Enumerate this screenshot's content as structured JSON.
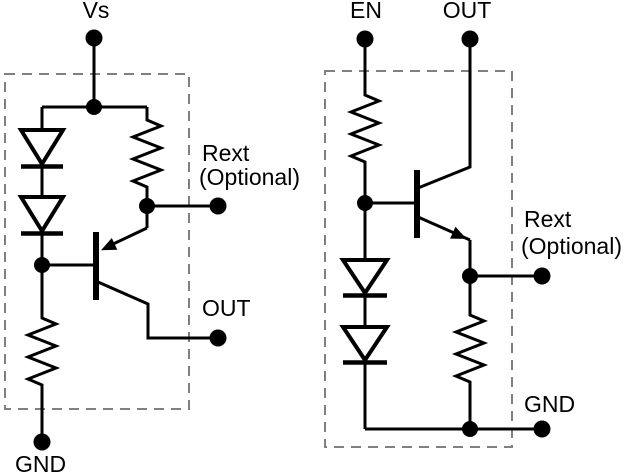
{
  "colors": {
    "wire": "#000000",
    "boundary": "#808080",
    "text": "#000000",
    "background": "#ffffff"
  },
  "left_circuit": {
    "description": "Vs-referenced PNP output driver with two series diodes, internal bias resistor, optional external resistor tap, open output and ground pulldown resistor",
    "transistor_type": "pnp",
    "components": [
      "diode",
      "diode",
      "resistor",
      "resistor",
      "pnp-transistor"
    ],
    "terminals": {
      "vs": "Vs",
      "gnd": "GND",
      "out": "OUT",
      "rext_line1": "Rext",
      "rext_line2": "(Optional)"
    }
  },
  "right_circuit": {
    "description": "EN-driven NPN follower with series base resistor, two clamp diodes to ground, collector to OUT, emitter resistor to ground with optional external resistor tap",
    "transistor_type": "npn",
    "components": [
      "resistor",
      "diode",
      "diode",
      "resistor",
      "npn-transistor"
    ],
    "terminals": {
      "en": "EN",
      "out": "OUT",
      "gnd": "GND",
      "rext_line1": "Rext",
      "rext_line2": "(Optional)"
    }
  }
}
